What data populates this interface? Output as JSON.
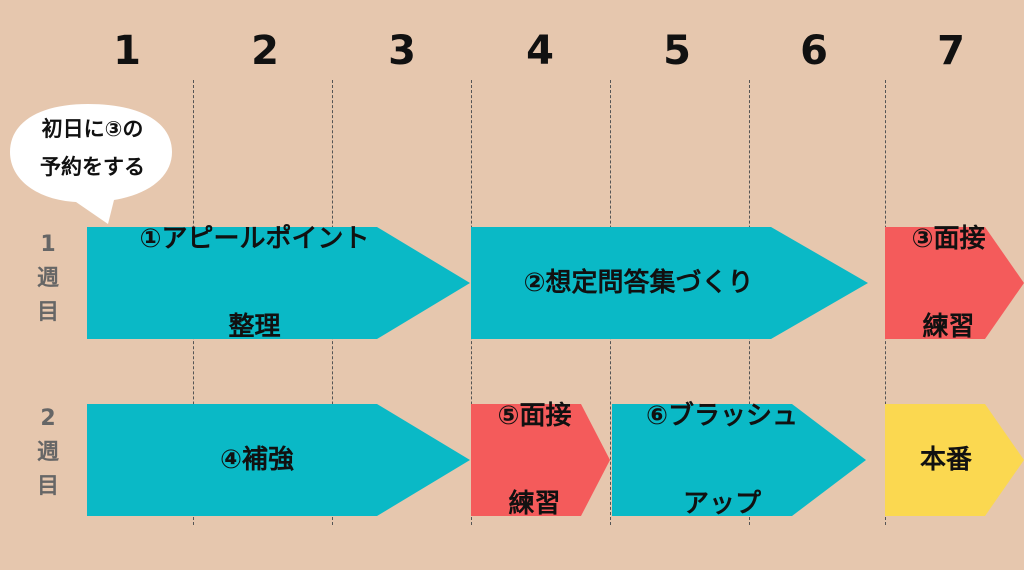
{
  "days": [
    "1",
    "2",
    "3",
    "4",
    "5",
    "6",
    "7"
  ],
  "weeks": [
    {
      "num": "1",
      "l1": "週",
      "l2": "目"
    },
    {
      "num": "2",
      "l1": "週",
      "l2": "目"
    }
  ],
  "bubble": {
    "line1": "初日に③の",
    "line2": "予約をする"
  },
  "tasks": {
    "t1": {
      "line1": "①アピールポイント",
      "line2": "整理",
      "color": "#0ab9c6"
    },
    "t2": {
      "line1": "②想定問答集づくり",
      "color": "#0ab9c6"
    },
    "t3": {
      "line1": "③面接",
      "line2": "練習",
      "color": "#f45b5b"
    },
    "t4": {
      "line1": "④補強",
      "color": "#0ab9c6"
    },
    "t5": {
      "line1": "⑤面接",
      "line2": "練習",
      "color": "#f45b5b"
    },
    "t6": {
      "line1": "⑥ブラッシュ",
      "line2": "アップ",
      "color": "#0ab9c6"
    },
    "t7": {
      "line1": "本番",
      "color": "#fbd850"
    }
  }
}
